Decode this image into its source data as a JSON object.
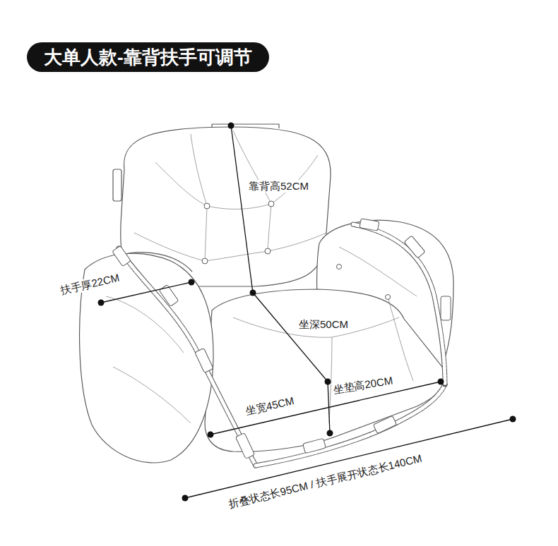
{
  "diagram": {
    "title": "大单人款-靠背扶手可调节",
    "labels": [
      "靠背高52CM",
      "扶手厚22CM",
      "坐深50CM",
      "坐垫高20CM",
      "坐宽45CM",
      "折叠状态长95CM / 扶手展开状态长140CM"
    ]
  }
}
